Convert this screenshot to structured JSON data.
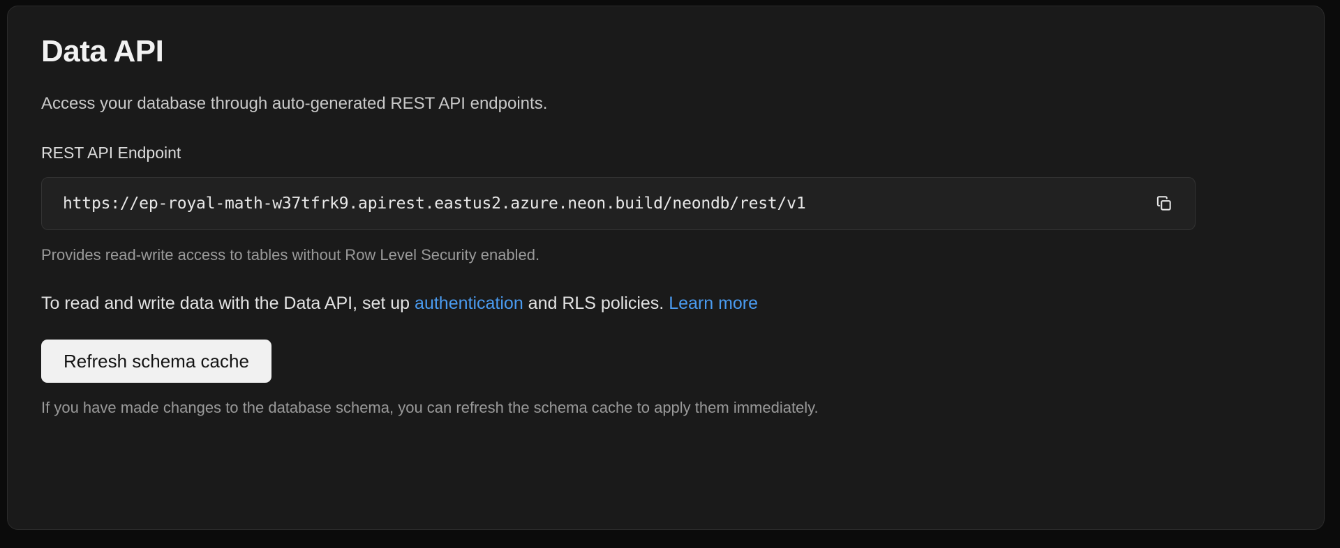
{
  "card": {
    "title": "Data API",
    "subtitle": "Access your database through auto-generated REST API endpoints.",
    "endpoint_field": {
      "label": "REST API Endpoint",
      "value": "https://ep-royal-math-w37tfrk9.apirest.eastus2.azure.neon.build/neondb/rest/v1",
      "copy_icon": "copy-icon",
      "help": "Provides read-write access to tables without Row Level Security enabled."
    },
    "info_line": {
      "part1": "To read and write data with the Data API, set up ",
      "link_auth": "authentication",
      "part2": " and RLS policies. ",
      "link_learn": "Learn more"
    },
    "refresh": {
      "label": "Refresh schema cache",
      "help": "If you have made changes to the database schema, you can refresh the schema cache to apply them immediately."
    }
  },
  "colors": {
    "page_bg": "#0b0b0b",
    "card_bg": "#1a1a1a",
    "card_border": "#2b2b2b",
    "input_bg": "#212121",
    "input_border": "#333333",
    "link": "#4a9bf0",
    "button_bg": "#f1f1f1",
    "button_text": "#131313",
    "title_text": "#f2f2f2",
    "muted_text": "#9a9a9a"
  }
}
